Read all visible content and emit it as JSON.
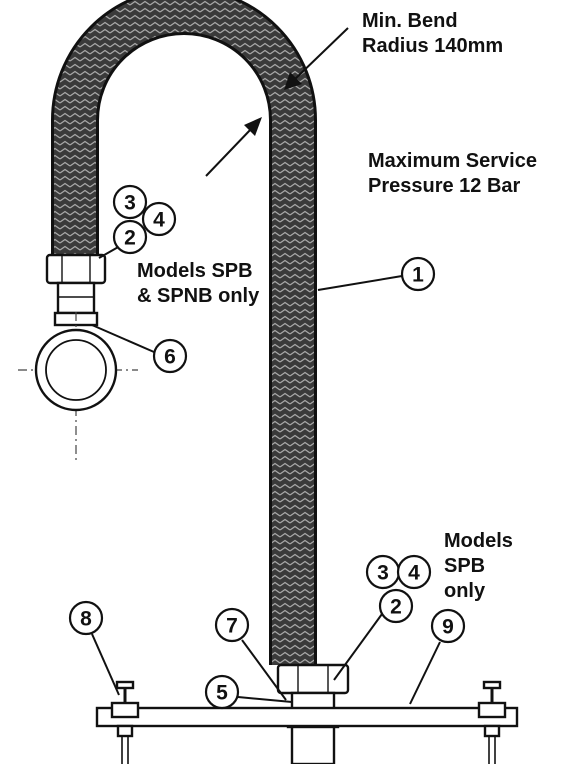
{
  "diagram": {
    "annotations": {
      "bend_radius": {
        "lines": [
          "Min. Bend",
          "Radius 140mm"
        ]
      },
      "pressure": {
        "lines": [
          "Maximum Service",
          "Pressure 12 Bar"
        ]
      },
      "models_upper": {
        "lines": [
          "Models SPB",
          "& SPNB only"
        ]
      },
      "models_lower": {
        "lines": [
          "Models",
          "SPB",
          "only"
        ]
      }
    },
    "callouts": [
      {
        "key": "c1",
        "number": "1",
        "part": "braided flexible hose"
      },
      {
        "key": "c2a",
        "number": "2",
        "part": "hose end nut (upper)"
      },
      {
        "key": "c3a",
        "number": "3",
        "part": "fitting (upper)"
      },
      {
        "key": "c4a",
        "number": "4",
        "part": "fitting (upper)"
      },
      {
        "key": "c2b",
        "number": "2",
        "part": "hose end nut (lower)"
      },
      {
        "key": "c3b",
        "number": "3",
        "part": "fitting (lower)"
      },
      {
        "key": "c4b",
        "number": "4",
        "part": "fitting (lower)"
      },
      {
        "key": "c5",
        "number": "5",
        "part": "drop nipple"
      },
      {
        "key": "c6",
        "number": "6",
        "part": "branch adaptor"
      },
      {
        "key": "c7",
        "number": "7",
        "part": "ceiling plate"
      },
      {
        "key": "c8",
        "number": "8",
        "part": "bracket clamp"
      },
      {
        "key": "c9",
        "number": "9",
        "part": "support bar"
      }
    ]
  }
}
